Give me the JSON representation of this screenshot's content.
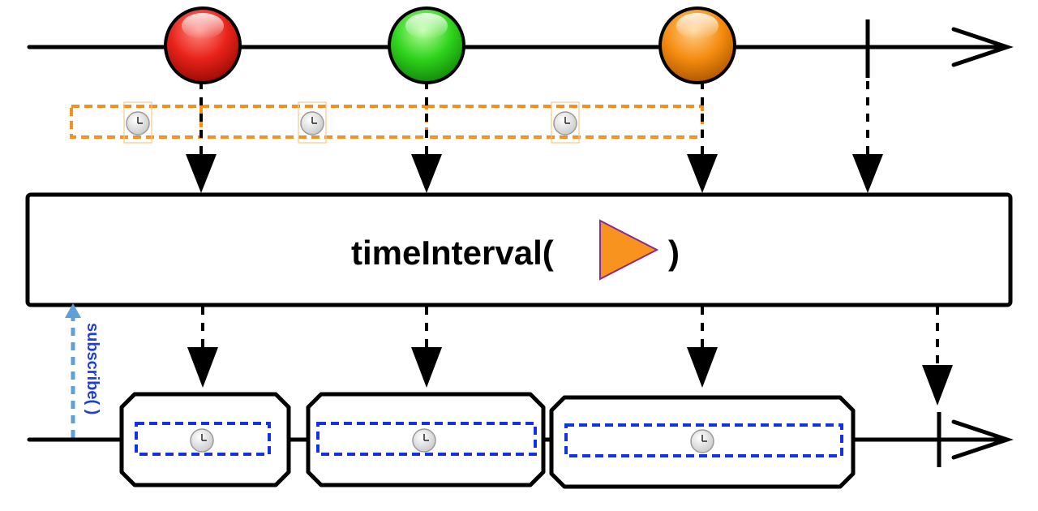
{
  "operator": {
    "name": "timeInterval(",
    "close": ")",
    "icon": "orange-play-triangle-icon"
  },
  "subscribe": {
    "label": "subscribe( )"
  },
  "source_stream": {
    "items": [
      {
        "name": "red-marble",
        "color_light": "#ff8a80",
        "color": "#e8231a",
        "color_dark": "#9a0c06"
      },
      {
        "name": "green-marble",
        "color_light": "#b6ff9a",
        "color": "#2fd41c",
        "color_dark": "#138a0b"
      },
      {
        "name": "orange-marble",
        "color_light": "#ffd08a",
        "color": "#f58c0f",
        "color_dark": "#b05800"
      }
    ],
    "completes": true
  },
  "intervals": {
    "icon": "clock-icon",
    "count": 3
  },
  "output_stream": {
    "items": [
      {
        "name": "time-interval-item-1",
        "icon": "clock-icon"
      },
      {
        "name": "time-interval-item-2",
        "icon": "clock-icon"
      },
      {
        "name": "time-interval-item-3",
        "icon": "clock-icon"
      }
    ],
    "completes": true
  },
  "colors": {
    "line": "#000000",
    "interval_dash": "#f5901e",
    "output_dash": "#1232e8",
    "subscribe": "#1f3fd6",
    "subscribe_arrow": "#5f9fd8",
    "operator_triangle": "#f7931e",
    "operator_triangle_stroke": "#8a2a8a"
  }
}
